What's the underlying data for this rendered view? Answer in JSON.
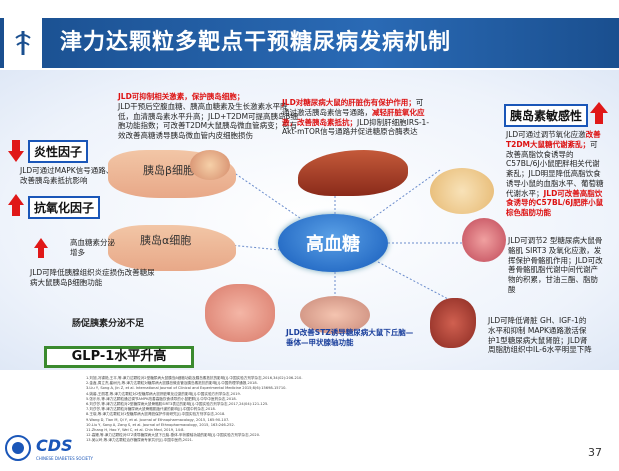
{
  "title": "津力达颗粒多靶点干预糖尿病发病机制",
  "center": "高血糖",
  "top_left": {
    "red": "JLD可抑制相关激素，保护胰岛细胞；",
    "body": "JLD干预后空腹血糖、胰高血糖素及生长激素水平降低，血清胰岛素水平升高；JLD+T2DM可提高胰岛β细胞功能指数；可改善T2DM大鼠胰岛微血管病变；可有效改善高糖诱导胰岛微血管内皮细胞损伤"
  },
  "top_center": {
    "red1": "JLD对糖尿病大鼠的肝脏伤有保护作用；",
    "body1": "可通过激活胰岛素信号通路，",
    "red2": "减轻肝脏氧化应激，改善胰岛素抵抗；",
    "body2": "JLD抑制肝细胞IRS-1-Akt-mTOR信号通路并促进糖原合酶表达"
  },
  "tags": {
    "inflammation": "炎性因子",
    "antioxidant": "抗氧化因子",
    "insulin_sensitivity": "胰岛素敏感性"
  },
  "left_mid": "JLD可通过MAPK信号通路、改善胰岛素抵抗影响",
  "islet_beta": "胰岛β细胞",
  "islet_alpha": "胰岛α细胞",
  "glucagon": {
    "title": "高血糖素分泌增多",
    "body": "JLD可降低胰腺组织炎症损伤改善糖尿病大鼠胰岛β细胞功能"
  },
  "incretin": "肠促胰素分泌不足",
  "glp": "GLP-1水平升高",
  "right_top": {
    "body1": "JLD可通过调节氧化应激",
    "red1": "改善T2DM大鼠糖代谢紊乱；",
    "body2": "可改善高脂饮食诱导的C57BL/6J小鼠肥胖相关代谢紊乱；JLD明显降低高脂饮食诱导小鼠的血脂水平、葡萄糖代谢水平；",
    "red2": "JLD可改善高脂饮食诱导的C57BL/6J肥胖小鼠棕色脂肪功能"
  },
  "right_mid": "JLD可调节2 型糖尿病大鼠骨骼肌 SIRT3 及氧化应激，发挥保护骨骼肌作用；JLD可改善骨骼肌脂代谢中间代谢产物的积累，甘油三酯、脂肪酸",
  "right_bottom": "JLD可降低肾脏 GH、IGF-1的水平和抑制 MAPK通路激活保护1型糖尿病大鼠肾脏；JLD肾周脂肪组织中IL-6水平明显下降",
  "brain": "JLD改善STZ诱导糖尿病大鼠下丘脑—垂体—甲状腺轴功能",
  "references": [
    "1.刘旭,冯锦艳,王平,等.津力达颗粒对2型糖尿病大鼠胰岛β细胞功能及胰岛素抵抗的影响[J].中国实验方剂学杂志,2016,34(02):206-210.",
    "2.金鑫,周立杰,崔树元,等.津力达颗粒对糖尿病大鼠胰岛微血管及胰岛素抵抗的影响[J].中国药理学通报,2018.",
    "3.Liu Y, Song A, Jin Z, et al. International Journal of Clinical and Experimental Medicine 2015;8(6):15698-15710.",
    "4.姚馨,王丽君,等.津力达颗粒对2型糖尿病大鼠肝脏氧化应激的影响[J].中国实验方剂学杂志,2019.",
    "5.张乐乐,等.津力达颗粒通过调节AMPK改善高脂饮食诱导的小鼠肥胖[J].中华中医药杂志,2018.",
    "6.刘莎莎,等.津力达颗粒对2型糖尿病大鼠骨骼肌SIRT3表达的影响[J].中国实验方剂学杂志,2017,24(04):121-125.",
    "7.刘莎莎,等.津力达颗粒对糖尿病大鼠骨骼肌脂代谢的影响[J].中国中药杂志,2018.",
    "8.王晓,等.津力达颗粒对1型糖尿病大鼠肾脏保护作用研究[J].中国实验方剂学杂志,2018.",
    "9.Wang D, Tian M, Qi Y, et al. Journal of Ethnopharmacology, 2015, 165:90-107.",
    "10.Liu Y, Song A, Zang S, et al. Journal of Ethnopharmacology, 2015, 163:246-252.",
    "11.Zhang H, Hao Y, Wei C, et al. Chin Med, 2019, 14:8.",
    "12.高姗,等.津力达颗粒对STZ诱导糖尿病大鼠下丘脑-垂体-甲状腺轴功能的影响[J].中国实验方剂学杂志,2020.",
    "13.吴以岭,等.津力达颗粒治疗糖尿病专家共识[J].中国中医药,2021."
  ],
  "page_number": "37",
  "footer_logo_text": "CDS",
  "footer_logo_subtext": "CHINESE DIABETES SOCIETY",
  "colors": {
    "title_bg": "#1a4f8f",
    "accent_red": "#d11111",
    "accent_blue": "#1a56b8",
    "glp_border": "#3a8a2e"
  }
}
